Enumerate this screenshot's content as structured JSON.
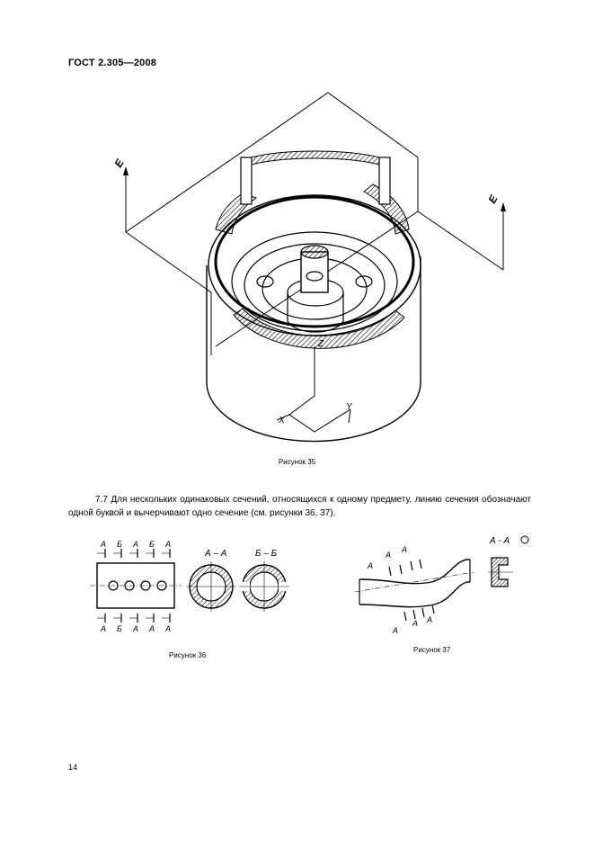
{
  "header": {
    "standard": "ГОСТ 2.305—2008"
  },
  "figure35": {
    "caption": "Рисунок 35",
    "section_letter": "Е",
    "axis_x": "X",
    "axis_y": "Y",
    "axis_z": "Z"
  },
  "paragraph": {
    "text": "7.7 Для нескольких одинаковых сечений, относящихся к одному предмету, линию сечения обозначают одной буквой и вычерчивают одно сечение (см. рисунки 36, 37)."
  },
  "figure36": {
    "caption": "Рисунок 36",
    "letter_a": "А",
    "letter_b": "Б",
    "section_aa": "А – А",
    "section_bb": "Б – Б"
  },
  "figure37": {
    "caption": "Рисунок 37",
    "letter_a": "А",
    "section_label": "А - А"
  },
  "footer": {
    "page_number": "14"
  }
}
